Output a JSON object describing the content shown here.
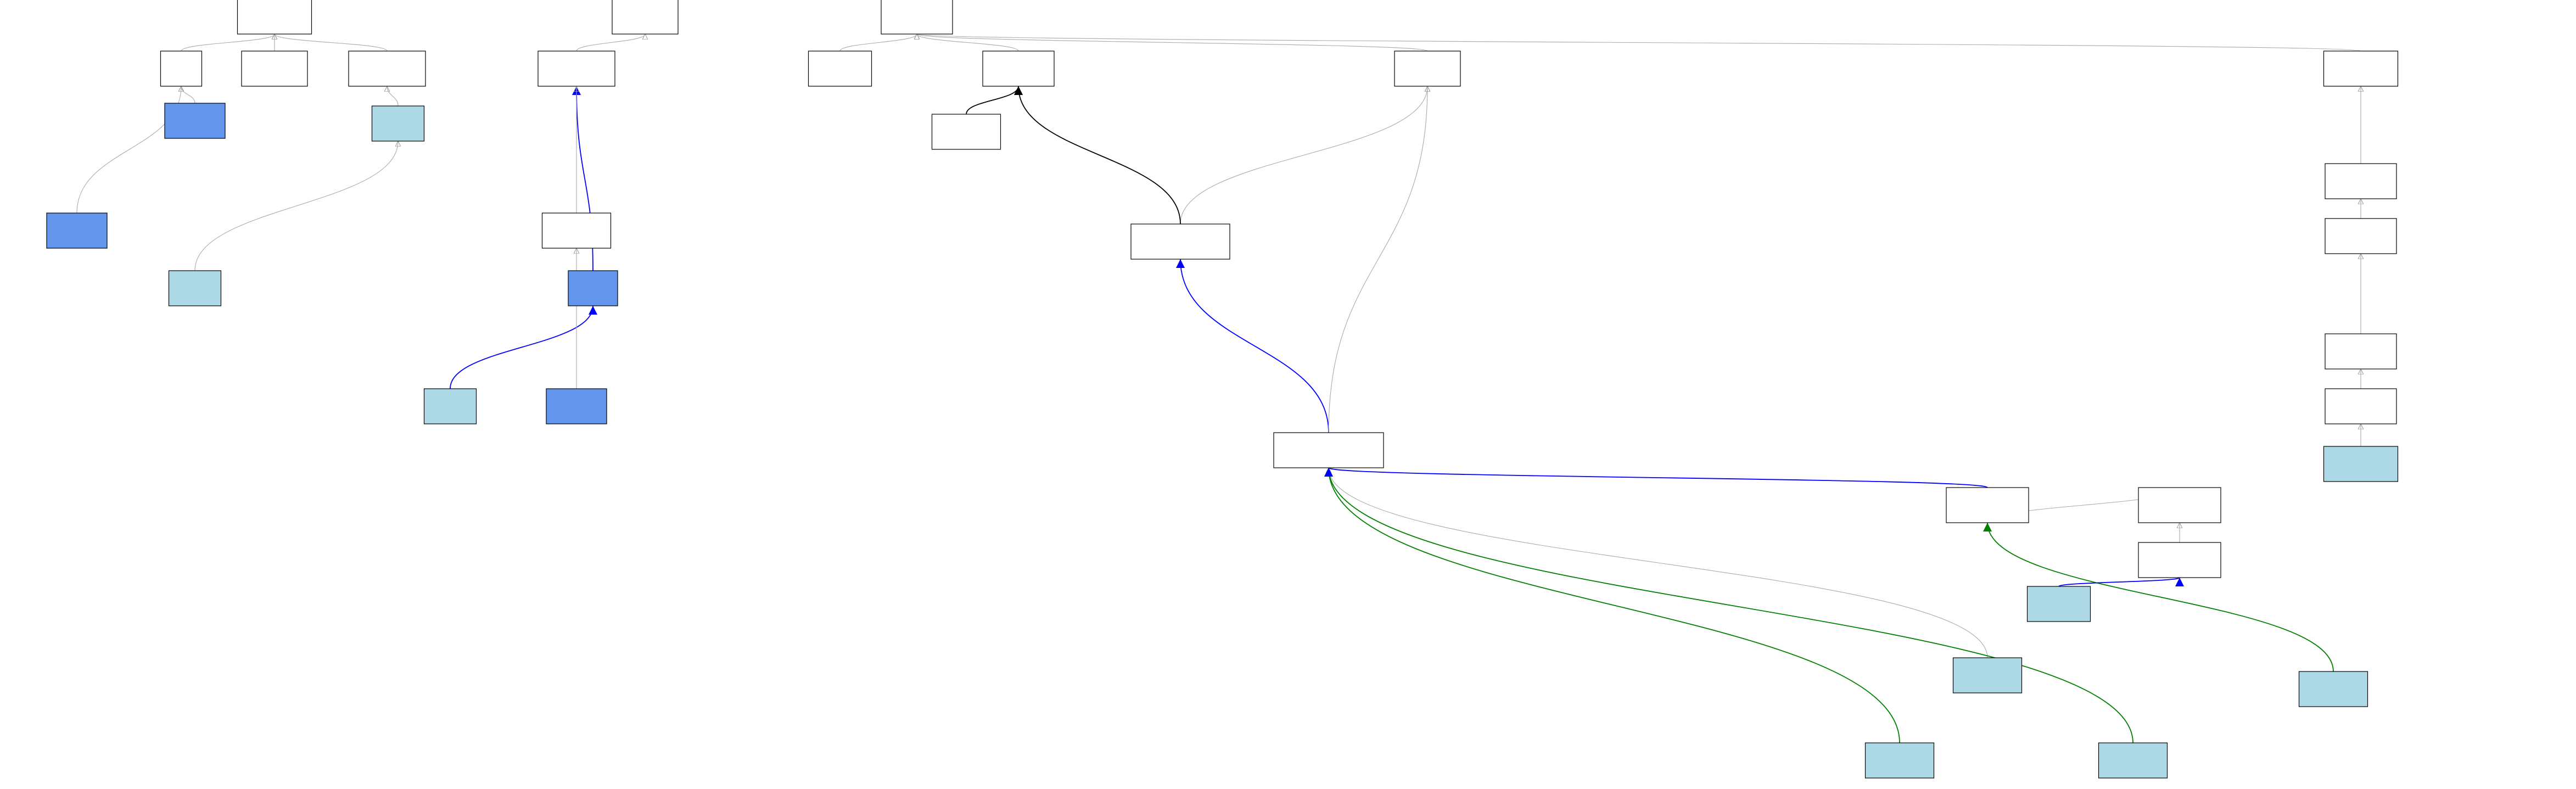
{
  "colors": {
    "background": "#ffffff",
    "default_node": "#ffffff",
    "highlight_dark": "#6495ed",
    "highlight_light": "#add8e6",
    "edge_is_a": "#a9a9a9",
    "edge_part_of": "#0000ff",
    "edge_regulates": "#000000",
    "edge_positively_regulates": "#008000"
  },
  "diagram": {
    "nodes": [
      {
        "id": "n1",
        "label": [],
        "fill": "default_node"
      },
      {
        "id": "n2",
        "label": [],
        "fill": "default_node"
      },
      {
        "id": "n3",
        "label": [],
        "fill": "default_node"
      },
      {
        "id": "n4",
        "label": [],
        "fill": "default_node"
      },
      {
        "id": "n5",
        "label": [],
        "fill": "highlight_dark"
      },
      {
        "id": "n6",
        "label": [],
        "fill": "highlight_dark"
      },
      {
        "id": "n7",
        "label": [],
        "fill": "highlight_light"
      },
      {
        "id": "n8",
        "label": [],
        "fill": "highlight_light"
      },
      {
        "id": "n9",
        "label": [],
        "fill": "default_node"
      },
      {
        "id": "n10",
        "label": [],
        "fill": "default_node"
      },
      {
        "id": "n11",
        "label": [],
        "fill": "highlight_dark"
      },
      {
        "id": "n12",
        "label": [],
        "fill": "highlight_light"
      },
      {
        "id": "n13",
        "label": [],
        "fill": "default_node"
      },
      {
        "id": "n14",
        "label": [],
        "fill": "default_node"
      },
      {
        "id": "n15",
        "label": [],
        "fill": "default_node"
      },
      {
        "id": "n16",
        "label": [],
        "fill": "default_node"
      },
      {
        "id": "n17",
        "label": [],
        "fill": "default_node"
      },
      {
        "id": "n18",
        "label": [],
        "fill": "default_node"
      },
      {
        "id": "n19",
        "label": [],
        "fill": "highlight_dark"
      },
      {
        "id": "n20",
        "label": [],
        "fill": "highlight_light"
      },
      {
        "id": "n21",
        "label": [],
        "fill": "default_node"
      },
      {
        "id": "n22",
        "label": [],
        "fill": "default_node"
      },
      {
        "id": "n23",
        "label": [],
        "fill": "highlight_light"
      },
      {
        "id": "n24",
        "label": [],
        "fill": "highlight_light"
      },
      {
        "id": "n25",
        "label": [],
        "fill": "highlight_light"
      },
      {
        "id": "n26",
        "label": [],
        "fill": "highlight_light"
      },
      {
        "id": "n27",
        "label": [],
        "fill": "highlight_light"
      },
      {
        "id": "n28",
        "label": [],
        "fill": "default_node"
      },
      {
        "id": "n29",
        "label": [],
        "fill": "default_node"
      },
      {
        "id": "n30",
        "label": [],
        "fill": "default_node"
      },
      {
        "id": "n31",
        "label": [],
        "fill": "default_node"
      },
      {
        "id": "n32",
        "label": [],
        "fill": "default_node"
      },
      {
        "id": "n33",
        "label": [],
        "fill": "default_node"
      },
      {
        "id": "n34",
        "label": [],
        "fill": "default_node"
      },
      {
        "id": "n35",
        "label": [],
        "fill": "default_node"
      }
    ],
    "edges": [
      {
        "from": "n2",
        "to": "n1",
        "type": "is_a"
      },
      {
        "from": "n3",
        "to": "n1",
        "type": "is_a"
      },
      {
        "from": "n4",
        "to": "n1",
        "type": "is_a"
      },
      {
        "from": "n5",
        "to": "n2",
        "type": "is_a"
      },
      {
        "from": "n6",
        "to": "n2",
        "type": "is_a"
      },
      {
        "from": "n7",
        "to": "n4",
        "type": "is_a"
      },
      {
        "from": "n8",
        "to": "n7",
        "type": "is_a"
      },
      {
        "from": "n10",
        "to": "n9",
        "type": "is_a"
      },
      {
        "from": "n11",
        "to": "n10",
        "type": "part_of"
      },
      {
        "from": "n12",
        "to": "n11",
        "type": "part_of"
      },
      {
        "from": "n13",
        "to": "n10",
        "type": "is_a"
      },
      {
        "from": "n19",
        "to": "n13",
        "type": "is_a"
      },
      {
        "from": "n15",
        "to": "n14",
        "type": "is_a"
      },
      {
        "from": "n16",
        "to": "n14",
        "type": "is_a"
      },
      {
        "from": "n17",
        "to": "n14",
        "type": "is_a"
      },
      {
        "from": "n18",
        "to": "n16",
        "type": "regulates"
      },
      {
        "from": "n21",
        "to": "n17",
        "type": "is_a"
      },
      {
        "from": "n21",
        "to": "n16",
        "type": "regulates"
      },
      {
        "from": "n22",
        "to": "n21",
        "type": "part_of"
      },
      {
        "from": "n22",
        "to": "n17",
        "type": "is_a"
      },
      {
        "from": "n23",
        "to": "n22",
        "type": "positively_regulates"
      },
      {
        "from": "n24",
        "to": "n22",
        "type": "is_a"
      },
      {
        "from": "n25",
        "to": "n22",
        "type": "positively_regulates"
      },
      {
        "from": "n28",
        "to": "n22",
        "type": "part_of"
      },
      {
        "from": "n26",
        "to": "n28",
        "type": "positively_regulates"
      },
      {
        "from": "n29",
        "to": "n28",
        "type": "is_a"
      },
      {
        "from": "n30",
        "to": "n29",
        "type": "is_a"
      },
      {
        "from": "n27",
        "to": "n30",
        "type": "part_of"
      },
      {
        "from": "n31",
        "to": "n14",
        "type": "is_a"
      },
      {
        "from": "n32",
        "to": "n31",
        "type": "is_a"
      },
      {
        "from": "n33",
        "to": "n32",
        "type": "is_a"
      },
      {
        "from": "n34",
        "to": "n33",
        "type": "is_a"
      },
      {
        "from": "n35",
        "to": "n34",
        "type": "is_a"
      },
      {
        "from": "n20",
        "to": "n35",
        "type": "is_a"
      }
    ]
  }
}
